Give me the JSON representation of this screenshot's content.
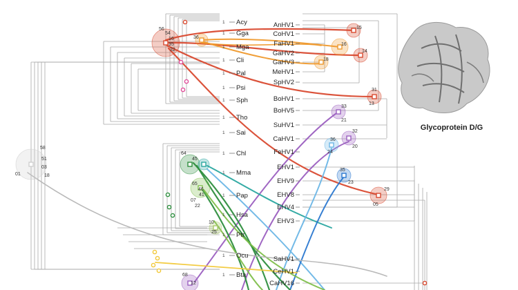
{
  "host_species": [
    "Acy",
    "Gga",
    "Mga",
    "Cli",
    "Pal",
    "Psi",
    "Sph",
    "Tho",
    "Sai",
    "Chl",
    "Mma",
    "Pap",
    "Hsa",
    "Ptr",
    "Ocu",
    "Bta"
  ],
  "virus_labels": [
    "AnHV1",
    "CoHV1",
    "FaHV1",
    "GaHV2",
    "GaHV3",
    "MeHV1",
    "SpHV2",
    "BoHV1",
    "BoHV5",
    "SuHV1",
    "CaHV1",
    "FeHV1",
    "EHV1",
    "EHV9",
    "EHV8",
    "EHV4",
    "EHV3",
    "SaHV1",
    "CeHV1",
    "CaHV16"
  ],
  "host_node_numbers": [
    "56",
    "54",
    "16",
    "35",
    "32",
    "36",
    "58",
    "51",
    "03",
    "01",
    "18",
    "64",
    "45",
    "65",
    "46",
    "41",
    "07",
    "22",
    "10",
    "25",
    "68",
    "12"
  ],
  "virus_node_numbers": [
    "15",
    "16",
    "18",
    "14",
    "31",
    "13",
    "33",
    "21",
    "32",
    "20",
    "36",
    "24",
    "35",
    "23",
    "29",
    "05"
  ],
  "protein": {
    "caption": "Glycoprotein D/G"
  },
  "colors": {
    "red": "#d94a30",
    "orange": "#ef9a2e",
    "yellow": "#f2c93a",
    "pink": "#e04f9a",
    "purple": "#9b5fc0",
    "teal": "#2aa7a0",
    "lightblue": "#6cb6e6",
    "blue": "#2b78d0",
    "green": "#2f8f3f",
    "lightgreen": "#7fbf4b",
    "gray": "#b5b5b5"
  }
}
